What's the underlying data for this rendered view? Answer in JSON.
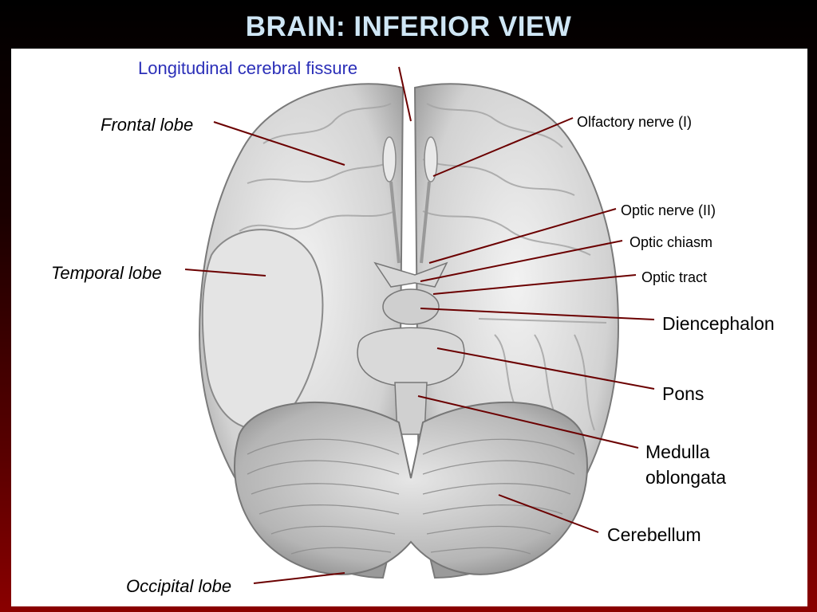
{
  "title": "BRAIN: INFERIOR VIEW",
  "labels": {
    "longitudinal_fissure": "Longitudinal cerebral fissure",
    "frontal_lobe": "Frontal lobe",
    "temporal_lobe": "Temporal lobe",
    "occipital_lobe": "Occipital lobe",
    "olfactory_nerve": "Olfactory nerve (I)",
    "optic_nerve": "Optic nerve (II)",
    "optic_chiasm": "Optic chiasm",
    "optic_tract": "Optic tract",
    "diencephalon": "Diencephalon",
    "pons": "Pons",
    "medulla_line1": "Medulla",
    "medulla_line2": "oblongata",
    "cerebellum": "Cerebellum"
  },
  "colors": {
    "leader_line": "#6b0000",
    "title": "#cfe6f5",
    "fissure_label": "#2b2fb8"
  }
}
